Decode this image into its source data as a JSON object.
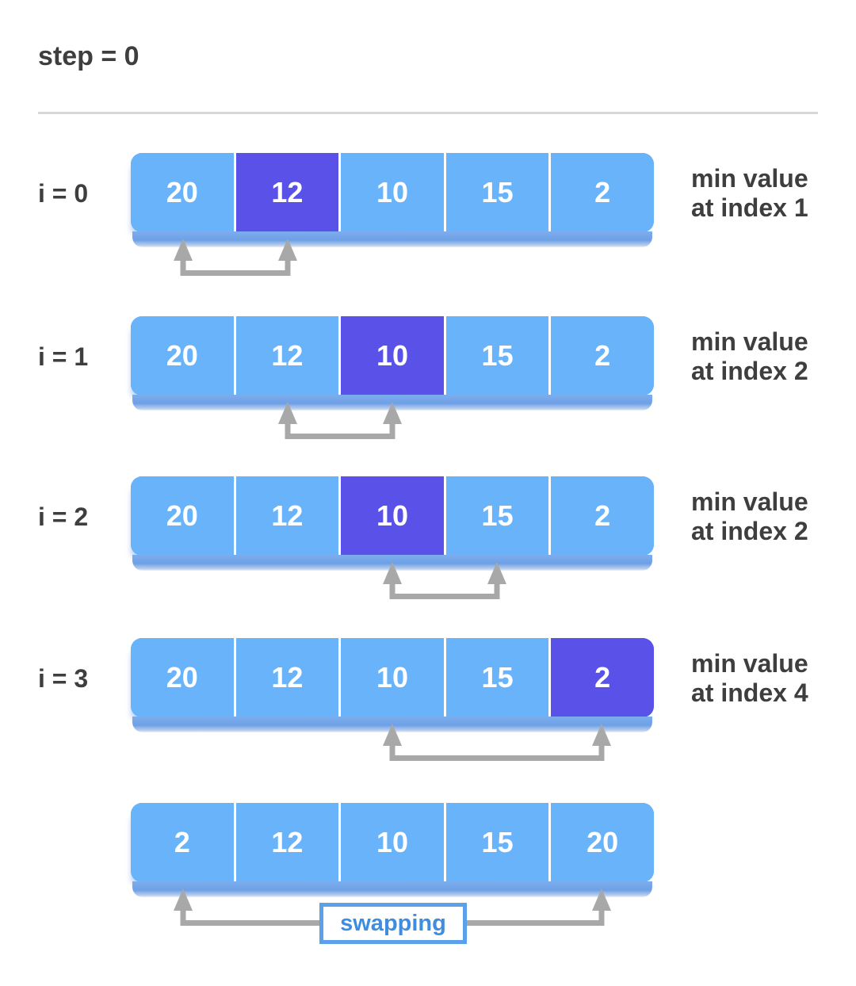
{
  "title": "step = 0",
  "colors": {
    "cell_blue": "#69b3fa",
    "cell_purple": "#5a52e8",
    "arrow_gray": "#a8a8a8",
    "text_dark": "#3e3e3e",
    "rule_gray": "#d6d6d6",
    "swap_border": "#5aa1ea",
    "swap_text": "#3f8de0"
  },
  "rows": [
    {
      "label": "i = 0",
      "values": [
        "20",
        "12",
        "10",
        "15",
        "2"
      ],
      "highlight_index": 1,
      "note": [
        "min value",
        "at index 1"
      ],
      "arrow": {
        "from": 0,
        "to": 1
      }
    },
    {
      "label": "i = 1",
      "values": [
        "20",
        "12",
        "10",
        "15",
        "2"
      ],
      "highlight_index": 2,
      "note": [
        "min value",
        "at index 2"
      ],
      "arrow": {
        "from": 1,
        "to": 2
      }
    },
    {
      "label": "i = 2",
      "values": [
        "20",
        "12",
        "10",
        "15",
        "2"
      ],
      "highlight_index": 2,
      "note": [
        "min value",
        "at index 2"
      ],
      "arrow": {
        "from": 2,
        "to": 3
      }
    },
    {
      "label": "i = 3",
      "values": [
        "20",
        "12",
        "10",
        "15",
        "2"
      ],
      "highlight_index": 4,
      "note": [
        "min value",
        "at index 4"
      ],
      "arrow": {
        "from": 2,
        "to": 4
      }
    },
    {
      "label": null,
      "values": [
        "2",
        "12",
        "10",
        "15",
        "20"
      ],
      "highlight_index": null,
      "note": null,
      "arrow": {
        "from": 0,
        "to": 4
      },
      "swap_label": "swapping"
    }
  ]
}
